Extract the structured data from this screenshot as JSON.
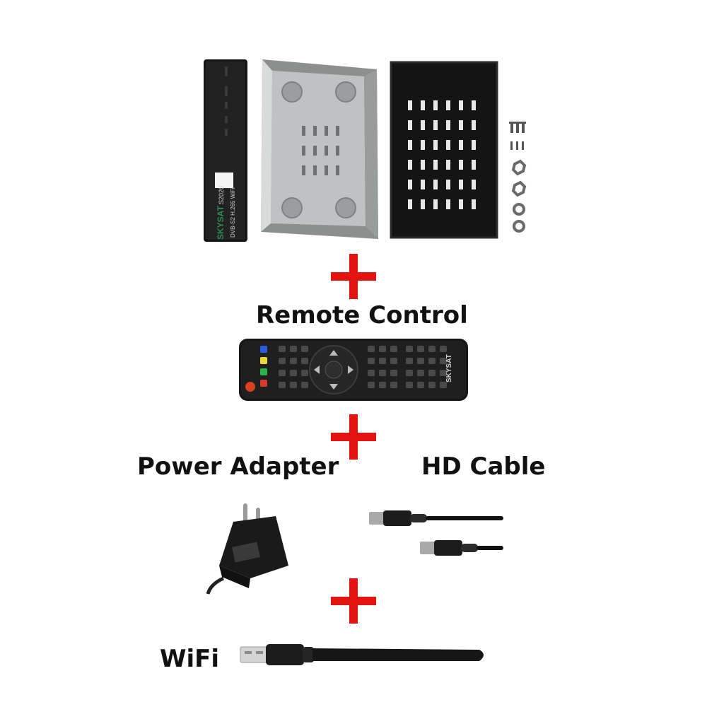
{
  "labels": {
    "remote": "Remote Control",
    "power": "Power Adapter",
    "hd": "HD Cable",
    "wifi": "WiFi"
  },
  "product": {
    "front_brand": "SKYSAT",
    "front_model": "S2020",
    "front_sub": "DVB-S2 H.265 WiFi",
    "remote_brand": "SKYSAT"
  },
  "colors": {
    "plus": "#e3140f",
    "device_black": "#151515",
    "chassis_grey": "#b9bcbc"
  }
}
